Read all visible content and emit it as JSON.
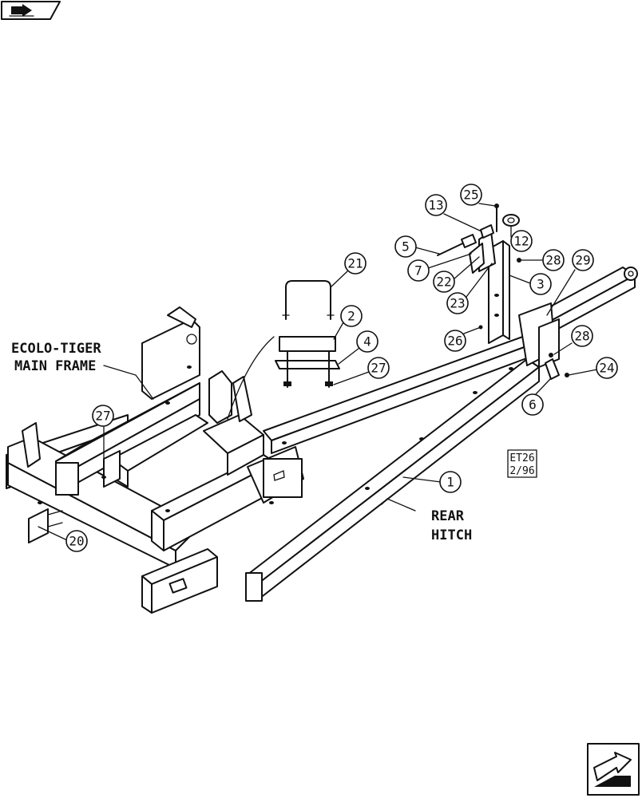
{
  "labels": {
    "main_frame_line1": "ECOLO-TIGER",
    "main_frame_line2": "MAIN FRAME",
    "rear_hitch_line1": "REAR",
    "rear_hitch_line2": "HITCH"
  },
  "stamp": {
    "line1": "ET26",
    "line2": "2/96"
  },
  "callouts": [
    "25",
    "13",
    "5",
    "7",
    "22",
    "12",
    "28",
    "29",
    "3",
    "23",
    "26",
    "21",
    "2",
    "4",
    "27",
    "28",
    "24",
    "6",
    "1",
    "27",
    "20"
  ],
  "icons": {
    "top_left": "book-arrow-icon",
    "bottom_right": "next-page-arrow-icon"
  }
}
